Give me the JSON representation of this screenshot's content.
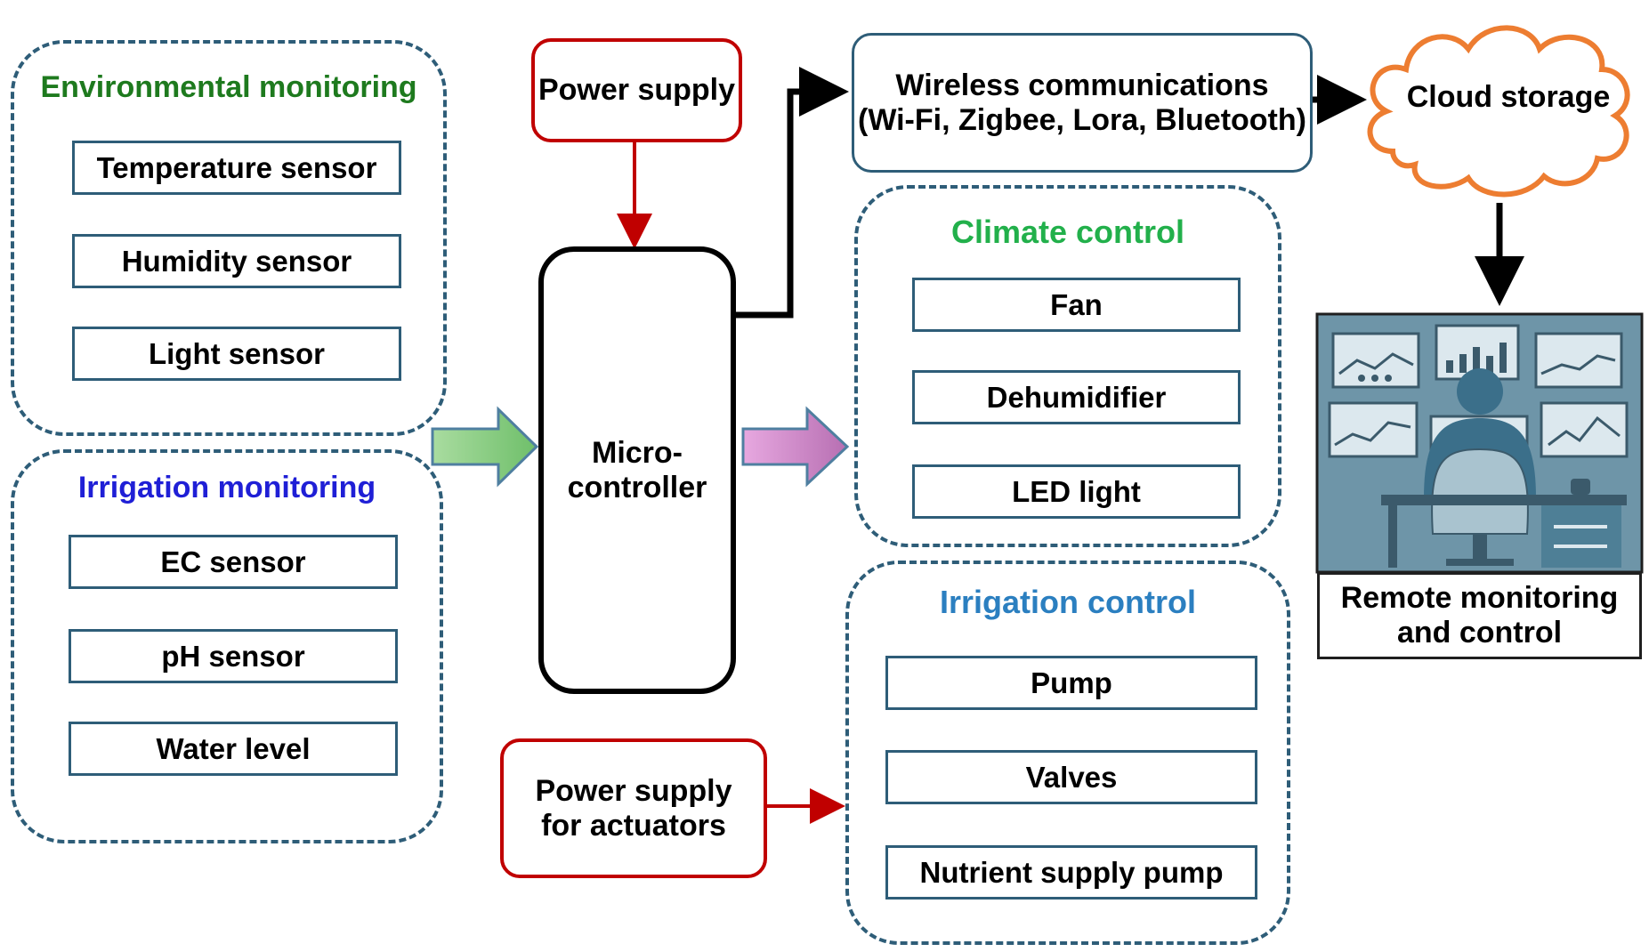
{
  "environmental_monitoring": {
    "title": "Environmental monitoring",
    "title_color": "#1e7a1e",
    "items": [
      "Temperature sensor",
      "Humidity sensor",
      "Light sensor"
    ]
  },
  "irrigation_monitoring": {
    "title": "Irrigation monitoring",
    "title_color": "#1f1fd6",
    "items": [
      "EC sensor",
      "pH sensor",
      "Water level"
    ]
  },
  "power_supply": {
    "label": "Power supply"
  },
  "microcontroller": {
    "line1": "Micro-",
    "line2": "controller"
  },
  "power_supply_actuators": {
    "line1": "Power supply",
    "line2": "for actuators"
  },
  "wireless": {
    "line1": "Wireless communications",
    "line2": "(Wi-Fi, Zigbee, Lora, Bluetooth)"
  },
  "cloud": {
    "label": "Cloud storage",
    "stroke_color": "#ed7d31"
  },
  "climate_control": {
    "title": "Climate control",
    "title_color": "#22b04b",
    "items": [
      "Fan",
      "Dehumidifier",
      "LED light"
    ]
  },
  "irrigation_control": {
    "title": "Irrigation control",
    "title_color": "#2b7fc0",
    "items": [
      "Pump",
      "Valves",
      "Nutrient supply pump"
    ]
  },
  "remote": {
    "line1": "Remote monitoring",
    "line2": "and control"
  },
  "colors": {
    "group_border": "#2e5d78",
    "red_border": "#c00000",
    "green_arrow": "#8fcf8a",
    "pink_arrow": "#d68fd0"
  }
}
